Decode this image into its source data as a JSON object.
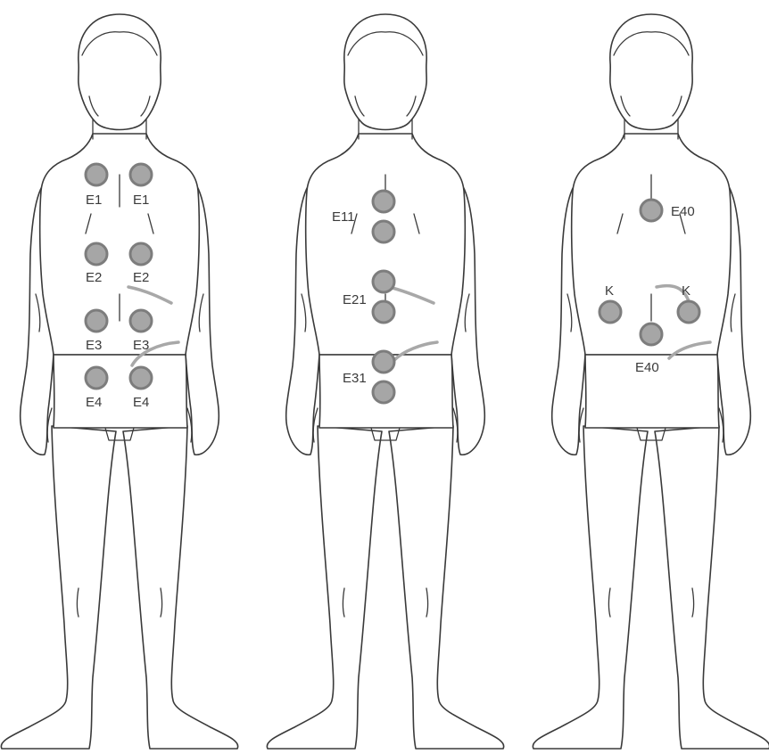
{
  "colors": {
    "outline": "#3a3a3a",
    "electrode_fill": "#a6a6a6",
    "electrode_stroke": "#7d7d7d",
    "wire": "#a8a8a8",
    "label": "#3a3a3a",
    "background": "#ffffff"
  },
  "figures": [
    {
      "name": "figure-1",
      "labels": [
        "E1",
        "E1",
        "E2",
        "E2",
        "E3",
        "E3",
        "E4",
        "E4"
      ]
    },
    {
      "name": "figure-2",
      "labels": [
        "E11",
        "E21",
        "E31"
      ]
    },
    {
      "name": "figure-3",
      "labels": [
        "E40",
        "K",
        "K",
        "E40"
      ]
    }
  ]
}
